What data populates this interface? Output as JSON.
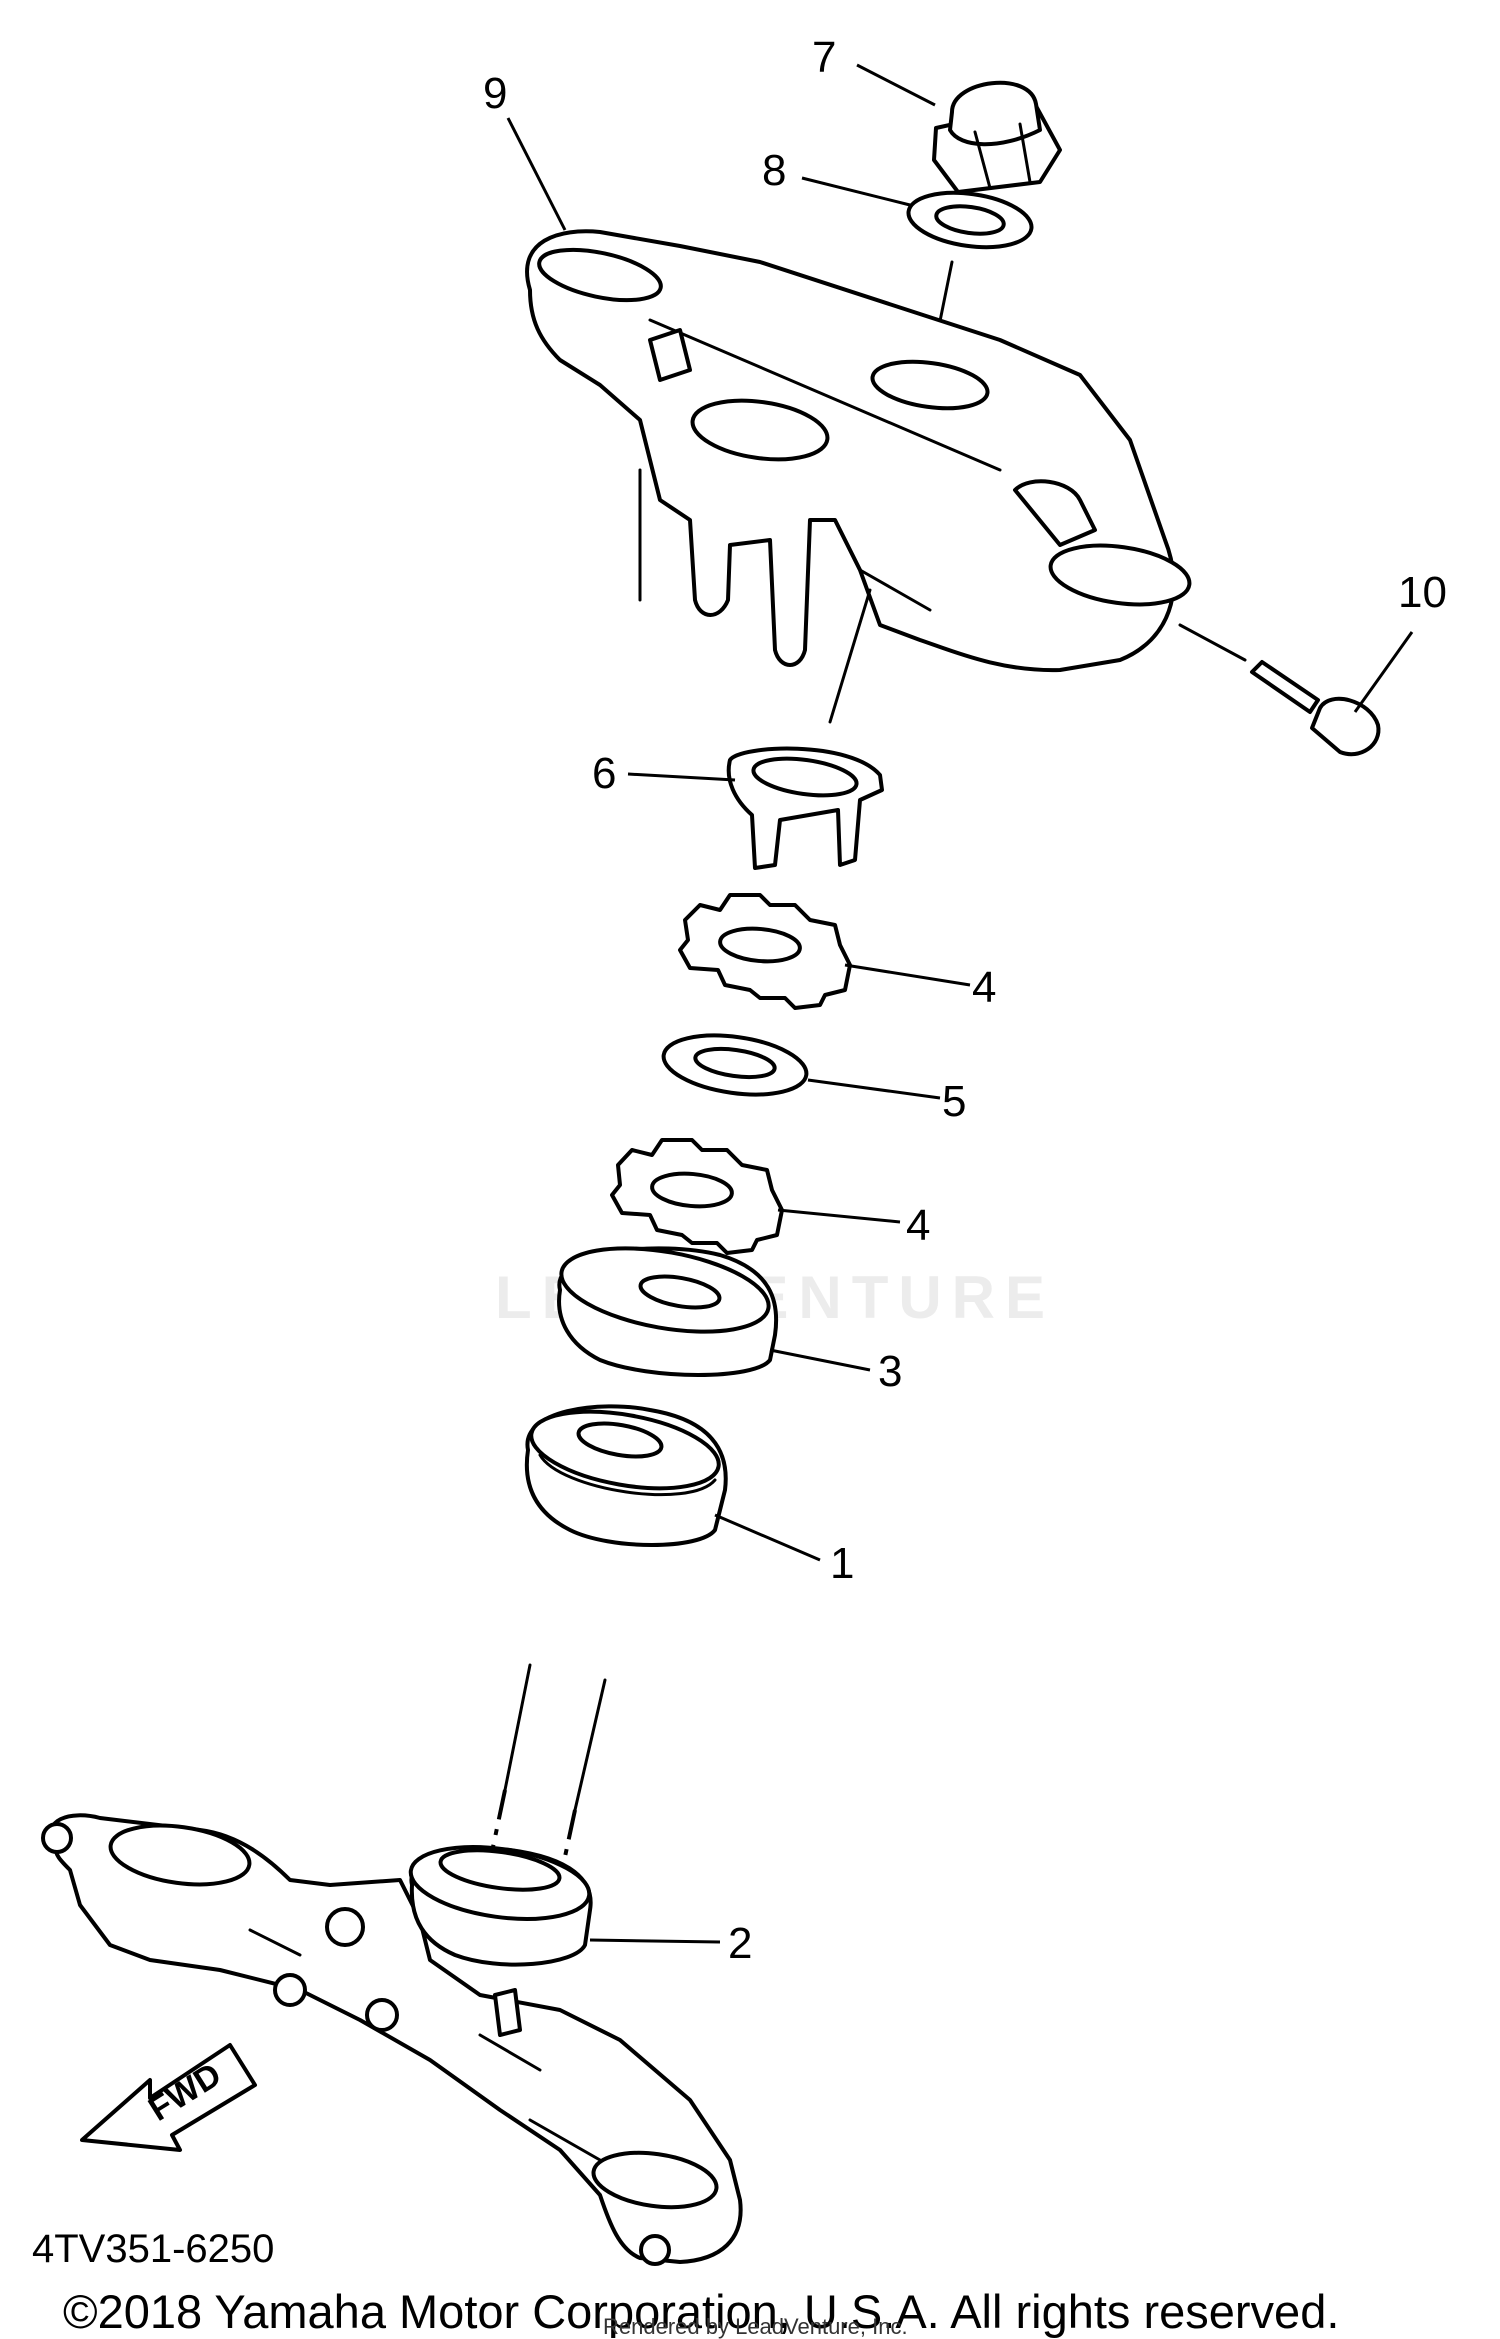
{
  "diagram": {
    "part_code": "4TV351-6250",
    "copyright": "©2018 Yamaha Motor Corporation, U.S.A. All rights reserved.",
    "rendered_by": "Rendered by LeadVenture, Inc.",
    "watermark": "LEADVENTURE",
    "fwd_label": "FWD",
    "callouts": {
      "c1": "1",
      "c2": "2",
      "c3": "3",
      "c4a": "4",
      "c4b": "4",
      "c5": "5",
      "c6": "6",
      "c7": "7",
      "c8": "8",
      "c9": "9",
      "c10": "10"
    }
  }
}
